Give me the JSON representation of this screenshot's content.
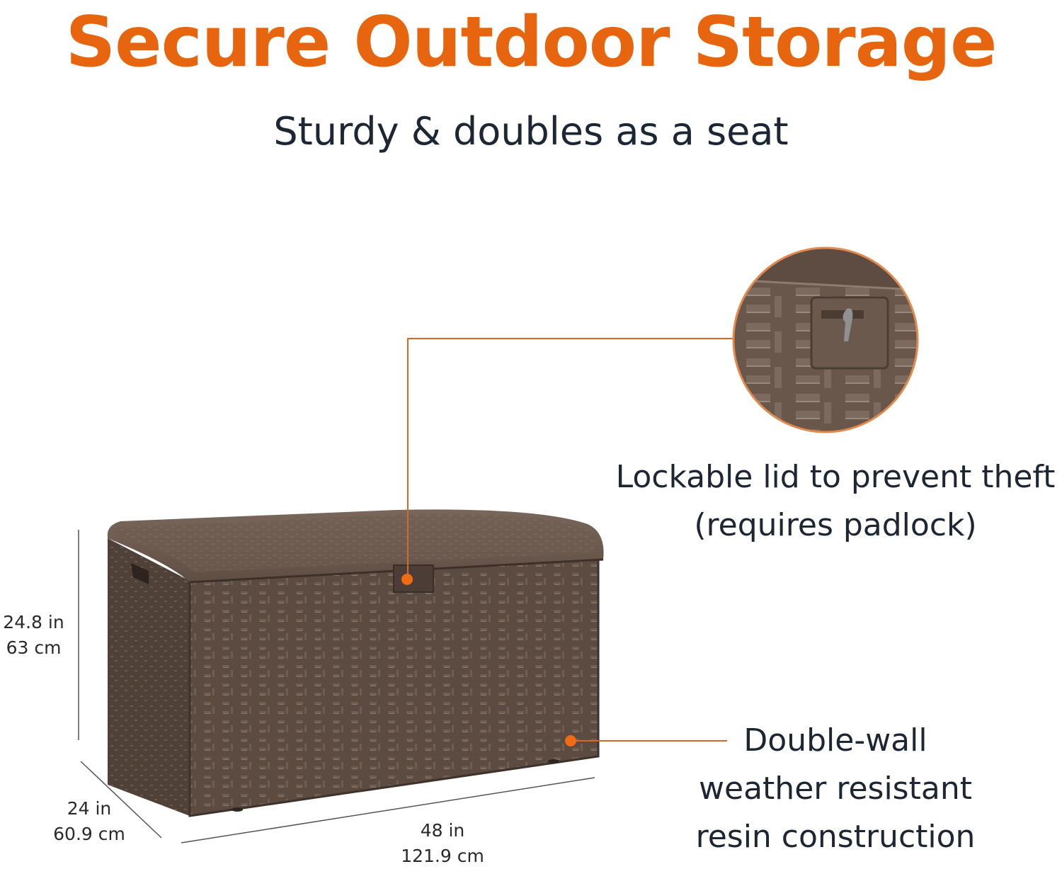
{
  "headline": "Secure Outdoor Storage",
  "subheadline": "Sturdy & doubles as a seat",
  "callouts": [
    {
      "id": "lock",
      "lines": [
        "Lockable lid to prevent theft",
        "(requires padlock)"
      ]
    },
    {
      "id": "wall",
      "lines": [
        "Double-wall",
        "weather resistant",
        "resin construction"
      ]
    }
  ],
  "dimensions": {
    "height": {
      "imperial": "24.8 in",
      "metric": "63 cm"
    },
    "depth": {
      "imperial": "24 in",
      "metric": "60.9 cm"
    },
    "width": {
      "imperial": "48 in",
      "metric": "121.9 cm"
    }
  },
  "colors": {
    "accent": "#e8650f",
    "text": "#1d2633",
    "product_brown": "#5e4d43"
  }
}
